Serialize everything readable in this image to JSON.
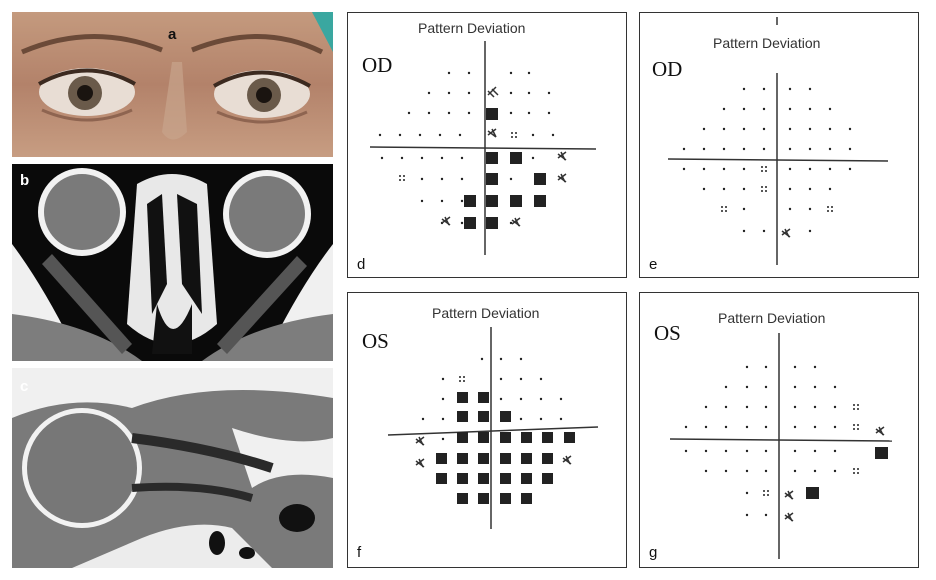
{
  "panels": {
    "a": {
      "letter": "a"
    },
    "b": {
      "letter": "b"
    },
    "c": {
      "letter": "c"
    }
  },
  "visual_fields": [
    {
      "id": "d",
      "letter": "d",
      "title": "Pattern Deviation",
      "eye": "OD"
    },
    {
      "id": "e",
      "letter": "e",
      "title": "Pattern Deviation",
      "eye": "OD"
    },
    {
      "id": "f",
      "letter": "f",
      "title": "Pattern Deviation",
      "eye": "OS"
    },
    {
      "id": "g",
      "letter": "g",
      "title": "Pattern Deviation",
      "eye": "OS"
    }
  ],
  "colors": {
    "ct_background": "#0a0a0a",
    "ct_bone": "#f2f2f2",
    "ct_soft_tissue": "#7d7d7d",
    "skin": "#b98a6c",
    "defect": "#222222"
  }
}
